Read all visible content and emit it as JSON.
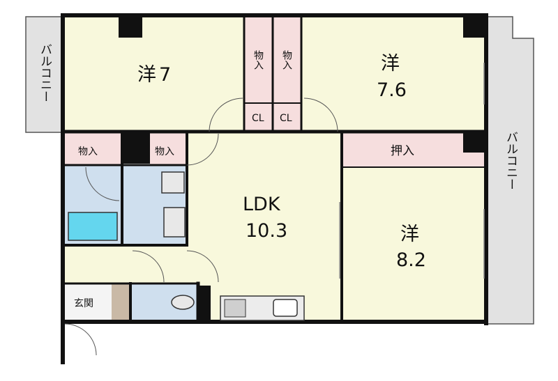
{
  "colors": {
    "wall": "#111111",
    "room_cream": "#f8f8dc",
    "closet_pink": "#f6dede",
    "wet_blue": "#cfdfee",
    "bathtub": "#64d6ee",
    "balcony_grey": "#e2e2e2",
    "genkan_floor": "#c9b9a6"
  },
  "rooms": {
    "west_room": {
      "kind": "洋",
      "size": "7"
    },
    "northeast_room": {
      "kind": "洋",
      "size": "7.6"
    },
    "ldk": {
      "kind": "LDK",
      "size": "10.3"
    },
    "southeast_room": {
      "kind": "洋",
      "size": "8.2"
    }
  },
  "storage": {
    "closet_1": "物入",
    "closet_2": "物入",
    "closet_3": "物入",
    "closet_4": "物入",
    "oshiire": "押入",
    "cl_1": "CL",
    "cl_2": "CL"
  },
  "balconies": {
    "west": "バルコニー",
    "east": "バルコニー"
  },
  "entrance": "玄関",
  "icons": [
    "washing-machine-icon",
    "washbasin-icon",
    "bathtub-icon",
    "toilet-icon",
    "stove-icon",
    "kitchen-sink-icon"
  ]
}
